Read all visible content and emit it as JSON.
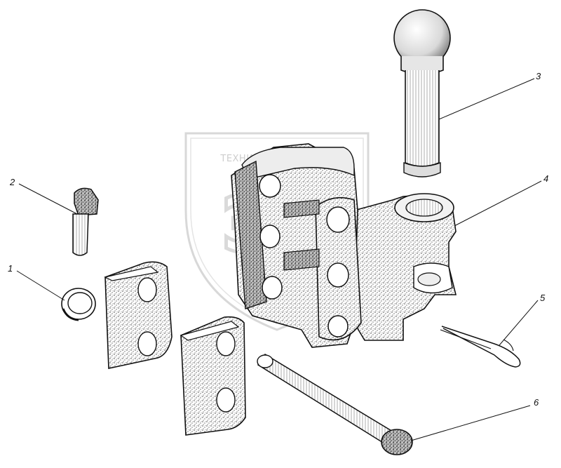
{
  "watermark": {
    "text": "ТЕХНИКА И ЗАПЧАСТИ",
    "logo": "ЭЗ"
  },
  "callouts": [
    "1",
    "2",
    "3",
    "4",
    "5",
    "6"
  ],
  "colors": {
    "ink": "#111111",
    "stipple": "#555555",
    "watermark": "#d0d0d0"
  }
}
